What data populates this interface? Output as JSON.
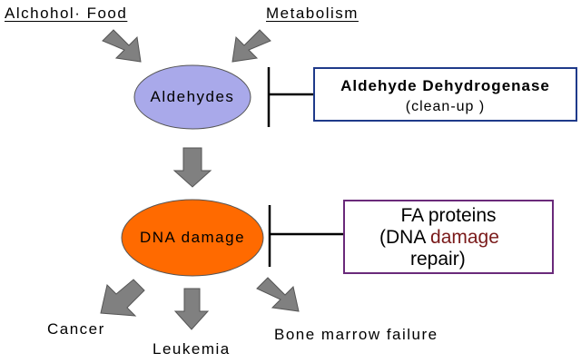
{
  "sources": {
    "left": "Alchohol· Food",
    "right": "Metabolism"
  },
  "nodes": {
    "aldehydes": "Aldehydes",
    "dna_damage": "DNA damage"
  },
  "boxes": {
    "enzyme": {
      "title": "Aldehyde Dehydrogenase",
      "subtitle": "(clean-up )"
    },
    "fa": {
      "title": "FA proteins",
      "line2_prefix": "(DNA ",
      "line2_highlight": "damage",
      "line3": "repair)"
    }
  },
  "outcomes": {
    "cancer": "Cancer",
    "leukemia": "Leukemia",
    "bone_marrow": "Bone marrow failure"
  },
  "colors": {
    "aldehydes_fill": "#a9a9ea",
    "dna_fill": "#ff6a00",
    "arrow_fill": "#808080",
    "enzyme_border": "#1f3a8a",
    "fa_border": "#6a2a7a"
  }
}
